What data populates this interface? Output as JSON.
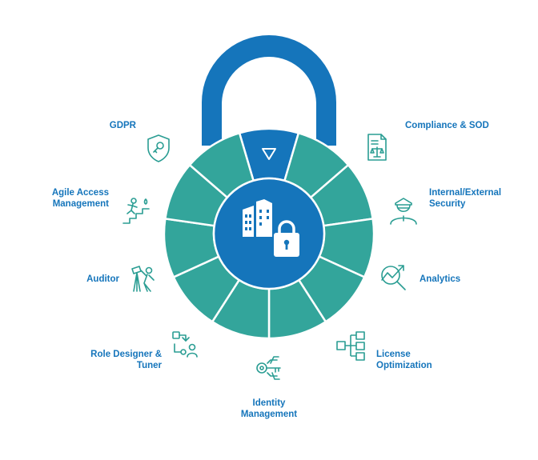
{
  "colors": {
    "blue": "#1575bb",
    "teal": "#33a59b",
    "label": "#1575bb",
    "icon": "#2a9d93"
  },
  "center_icons": [
    "buildings-icon",
    "padlock-icon",
    "down-triangle-icon"
  ],
  "items": [
    {
      "id": "gdpr",
      "lines": [
        "GDPR"
      ],
      "icon": "shield-key-icon"
    },
    {
      "id": "agile-access-management",
      "lines": [
        "Agile Access",
        "Management"
      ],
      "icon": "stairs-climber-icon"
    },
    {
      "id": "auditor",
      "lines": [
        "Auditor"
      ],
      "icon": "telescope-person-icon"
    },
    {
      "id": "role-designer-tuner",
      "lines": [
        "Role Designer &",
        "Tuner"
      ],
      "icon": "role-designer-icon"
    },
    {
      "id": "identity-management",
      "lines": [
        "Identity",
        "Management"
      ],
      "icon": "circuit-key-icon"
    },
    {
      "id": "license-optimization",
      "lines": [
        "License",
        "Optimization"
      ],
      "icon": "hierarchy-icon"
    },
    {
      "id": "analytics",
      "lines": [
        "Analytics"
      ],
      "icon": "magnifier-chart-icon"
    },
    {
      "id": "internal-external-security",
      "lines": [
        "Internal/External",
        "Security"
      ],
      "icon": "security-guard-icon"
    },
    {
      "id": "compliance-sod",
      "lines": [
        "Compliance & SOD"
      ],
      "icon": "document-scales-icon"
    }
  ]
}
